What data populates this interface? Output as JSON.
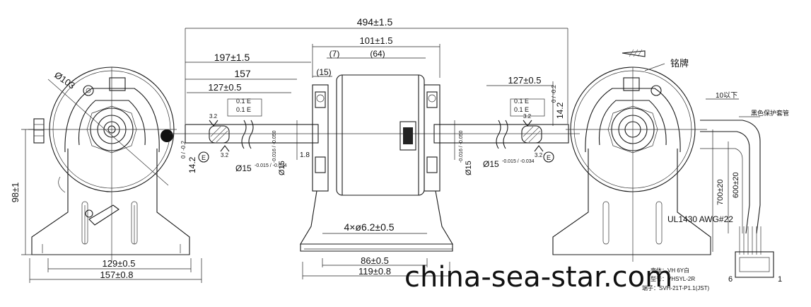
{
  "dimensions": {
    "total_length": "494±1.5",
    "body_length": "101±1.5",
    "flange_7": "(7)",
    "body_64": "(64)",
    "shaft_left_197": "197±1.5",
    "shaft_left_157": "157",
    "shaft_left_127": "127±0.5",
    "shaft_right_127": "127±0.5",
    "offset_15": "(15)",
    "height_98": "98±1",
    "base_129": "129±0.5",
    "base_157": "157±0.8",
    "base_86": "86±0.5",
    "base_119": "119±0.8",
    "holes": "4×ø6.2±0.5",
    "diameter_103": "Ø103",
    "tol_01_e_a": "0.1  E",
    "tol_01_e_b": "0.1  E",
    "tol_01_e_c": "0.1  E",
    "tol_01_e_d": "0.1  E",
    "roughness": "3.2",
    "datum": "E",
    "dim_14_2": "14.2",
    "tol_14_2": "0 / -0.2",
    "shaft_15_a": "Ø15",
    "shaft_15_tol_a": "-0.015 / -0.034",
    "shaft_15_b": "Ø15",
    "shaft_15_tol_b": "-0.016 / -0.050",
    "value_1_8": "1.8",
    "lead_10": "10以下",
    "lead_700": "700±20",
    "lead_600": "600±20"
  },
  "labels": {
    "nameplate": "铭牌",
    "sleeve": "黑色保护套管",
    "wire": "UL1430 AWG#22",
    "pin_6": "6",
    "pin_1": "1",
    "table_line1": "壳体：VH 6Y白",
    "table_line2": "型号：VHSYL-2R",
    "table_line3": "端子：SVH-21T-P1.1(JST)"
  },
  "watermark": "china-sea-star.com",
  "colors": {
    "line": "#1a1a1a",
    "background": "#ffffff"
  }
}
